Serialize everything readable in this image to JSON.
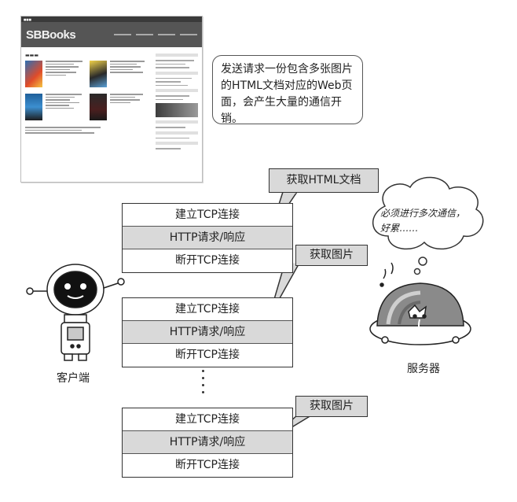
{
  "note": "发送请求一份包含多张图片的HTML文档对应的Web页面，会产生大量的通信开销。",
  "website_thumbnail": {
    "logo": "SBBooks"
  },
  "groups": [
    {
      "callout": "获取HTML文档",
      "rows": [
        "建立TCP连接",
        "HTTP请求/响应",
        "断开TCP连接"
      ]
    },
    {
      "callout": "获取图片",
      "rows": [
        "建立TCP连接",
        "HTTP请求/响应",
        "断开TCP连接"
      ]
    },
    {
      "callout": "获取图片",
      "rows": [
        "建立TCP连接",
        "HTTP请求/响应",
        "断开TCP连接"
      ]
    }
  ],
  "client_label": "客户端",
  "server_label": "服务器",
  "server_thought": "必须进行多次通信，好累……",
  "colors": {
    "stroke": "#333333",
    "highlight": "#d9d9d9",
    "robot_eye": "#111111",
    "server_dome": "#8a8a8a"
  }
}
